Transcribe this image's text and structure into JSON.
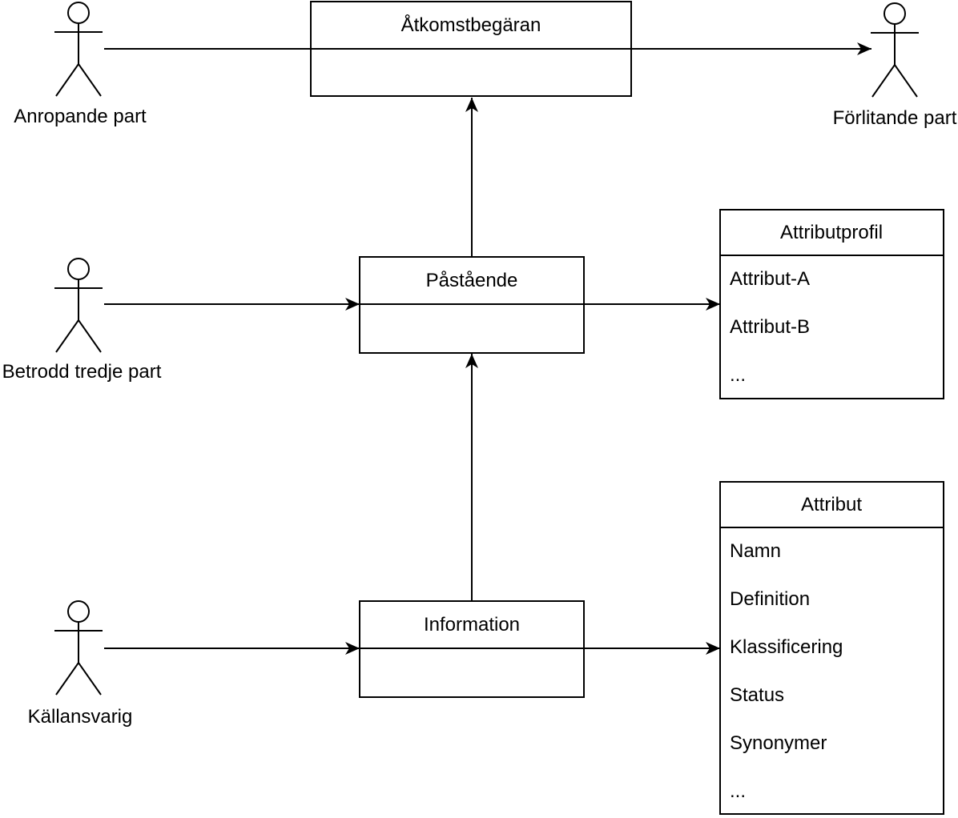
{
  "diagram": {
    "colors": {
      "background": "#ffffff",
      "line": "#000000",
      "text": "#000000",
      "shape_fill": "#ffffff"
    },
    "actors": [
      {
        "label": "Anropande part"
      },
      {
        "label": "Betrodd tredje part"
      },
      {
        "label": "Källansvarig"
      },
      {
        "label": "Förlitande part"
      }
    ],
    "boxes": [
      {
        "title": "Åtkomstbegäran",
        "rows": []
      },
      {
        "title": "Påstående",
        "rows": []
      },
      {
        "title": "Information",
        "rows": []
      },
      {
        "title": "Attributprofil",
        "rows": [
          "Attribut-A",
          "Attribut-B",
          "..."
        ]
      },
      {
        "title": "Attribut",
        "rows": [
          "Namn",
          "Definition",
          "Klassificering",
          "Status",
          "Synonymer",
          "..."
        ]
      }
    ],
    "connectors": [
      {
        "from": "Anropande part",
        "to": "Förlitande part",
        "via": "Åtkomstbegäran",
        "direction": "right"
      },
      {
        "from": "Påstående",
        "to": "Åtkomstbegäran",
        "direction": "up"
      },
      {
        "from": "Betrodd tredje part",
        "to": "Påstående",
        "direction": "right"
      },
      {
        "from": "Påstående",
        "to": "Attributprofil",
        "direction": "right"
      },
      {
        "from": "Information",
        "to": "Påstående",
        "direction": "up"
      },
      {
        "from": "Källansvarig",
        "to": "Information",
        "direction": "right"
      },
      {
        "from": "Information",
        "to": "Attribut",
        "direction": "right"
      }
    ]
  }
}
